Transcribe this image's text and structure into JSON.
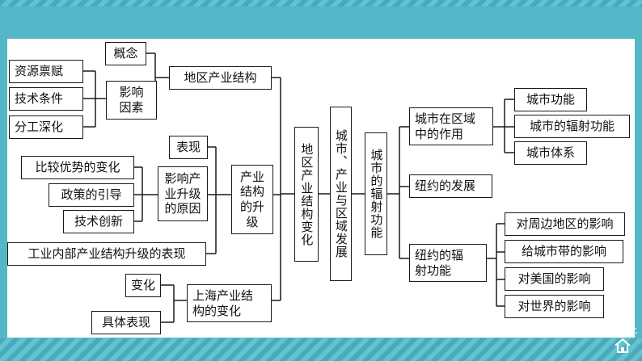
{
  "theme": {
    "background": "#54b7c7",
    "panel": "#ffffff",
    "line": "#1a1a1a",
    "icon": "#ffffff"
  },
  "nodes": {
    "gainian": "概念",
    "ziyuan": "资源禀赋",
    "jishu_tiaojian": "技术条件",
    "fengong": "分工深化",
    "yingxiang_yinsu": "影响\n因素",
    "diqu_jiegou": "地区产业结构",
    "biaoxian": "表现",
    "bijiao": "比较优势的变化",
    "zhengce": "政策的引导",
    "jishu_chuangxin": "技术创新",
    "yuanyin": "影响产\n业升级\n的原因",
    "shengji": "产业\n结构\n的升\n级",
    "gongye": "工业内部产业结构升级的表现",
    "bianhua": "变化",
    "juti": "具体表现",
    "shanghai": "上海产业结\n构的变化",
    "diqu_bianhua": "地区产业结构变化",
    "root": "城市、产业与区域发展",
    "fushe": "城市的辐射功能",
    "zuoyong": "城市在区域\n中的作用",
    "niuyue_fazhan": "纽约的发展",
    "niuyue_fushe": "纽约的辐\n射功能",
    "gongneng": "城市功能",
    "fushe_gongneng": "城市的辐射功能",
    "tixi": "城市体系",
    "zhoubian": "对周边地区的影响",
    "chengshi_dai": "给城市带的影响",
    "meiguo": "对美国的影响",
    "shijie": "对世界的影响"
  },
  "icons": {
    "home": "home-icon",
    "dots": "corner-dots-icon"
  }
}
